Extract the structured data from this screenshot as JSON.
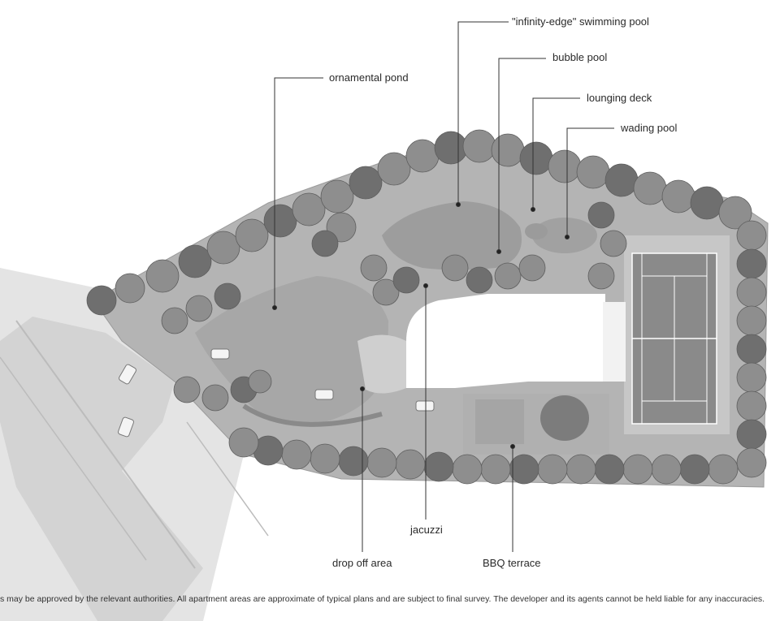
{
  "labels": {
    "infinity_pool": "\"infinity-edge\" swimming pool",
    "bubble_pool": "bubble pool",
    "lounging_deck": "lounging deck",
    "wading_pool": "wading pool",
    "ornamental_pond": "ornamental pond",
    "jacuzzi": "jacuzzi",
    "drop_off_area": "drop off area",
    "bbq_terrace": "BBQ terrace"
  },
  "disclaimer": "s may be approved by the relevant authorities. All apartment areas are approximate of typical plans and are subject to final survey. The developer and its agents cannot be held liable for any inaccuracies.",
  "colors": {
    "tree_fill": "#8e8e8e",
    "tree_dark": "#6f6f6f",
    "lawn": "#a9a9a9",
    "paving": "#bdbdbd",
    "road": "#d2d2d2",
    "court": "#8a8a8a",
    "line": "#333333"
  }
}
